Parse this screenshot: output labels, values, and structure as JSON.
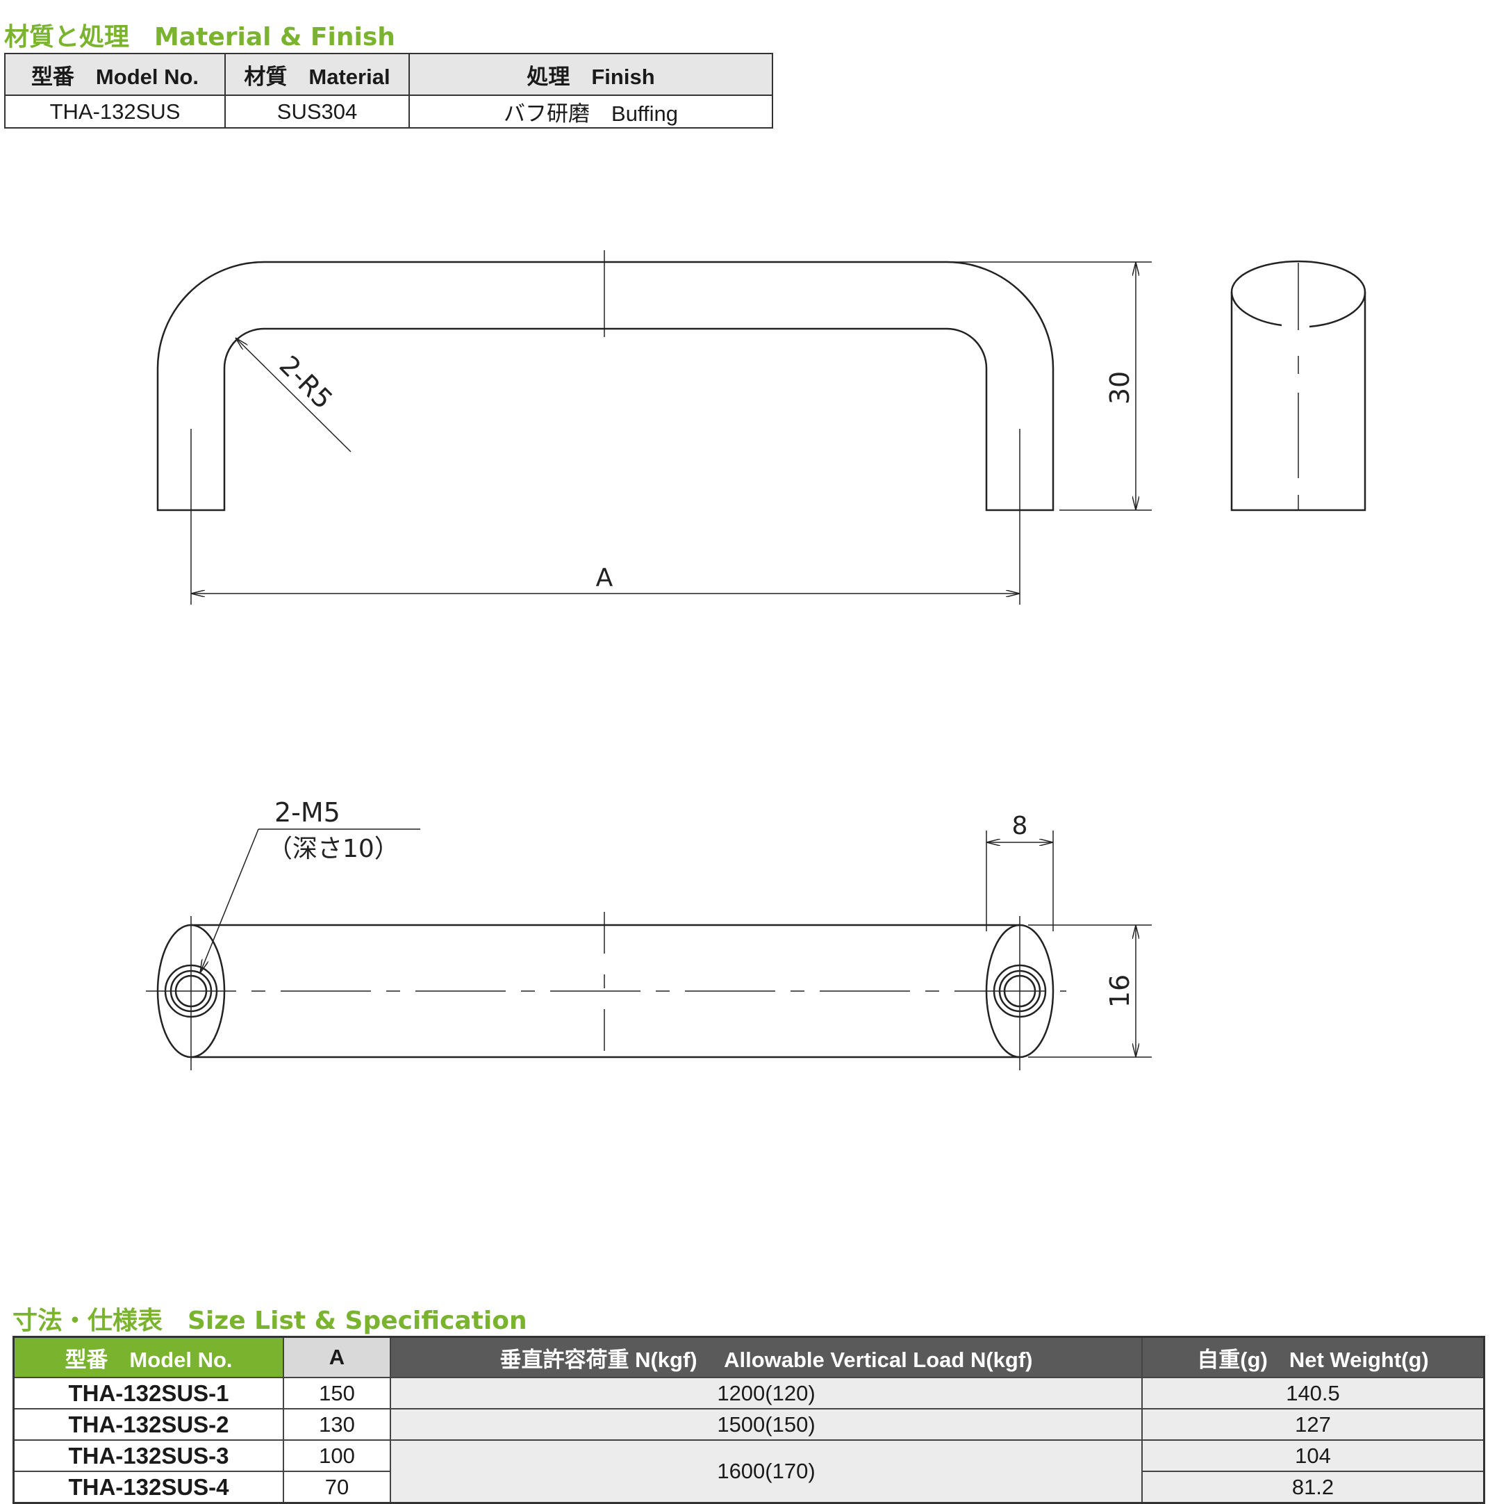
{
  "material_section": {
    "title": "材質と処理　Material & Finish",
    "headers": [
      "型番　Model No.",
      "材質　Material",
      "処理　Finish"
    ],
    "row": [
      "THA-132SUS",
      "SUS304",
      "バフ研磨　Buffing"
    ]
  },
  "drawing": {
    "radius_label": "2-R5",
    "height_label": "30",
    "pitch_label": "A",
    "thread_label": "2-M5",
    "depth_label": "（深さ10）",
    "end_width_label": "8",
    "width_label": "16"
  },
  "spec_section": {
    "title": "寸法・仕様表　Size List & Specification",
    "headers": {
      "model": "型番　Model No.",
      "a": "A",
      "load": "垂直許容荷重 N(kgf)　 Allowable Vertical Load N(kgf)",
      "weight": "自重(g)　Net Weight(g)"
    },
    "rows": [
      {
        "model": "THA-132SUS-1",
        "a": "150",
        "load": "1200(120)",
        "weight": "140.5"
      },
      {
        "model": "THA-132SUS-2",
        "a": "130",
        "load": "1500(150)",
        "weight": "127"
      },
      {
        "model": "THA-132SUS-3",
        "a": "100",
        "load": "1600(170)",
        "weight": "104"
      },
      {
        "model": "THA-132SUS-4",
        "a": "70",
        "load": "",
        "weight": "81.2"
      }
    ]
  },
  "colors": {
    "accent_green": "#7ab32e",
    "header_dark": "#5a5a5a",
    "header_light": "#e6e6e6"
  }
}
